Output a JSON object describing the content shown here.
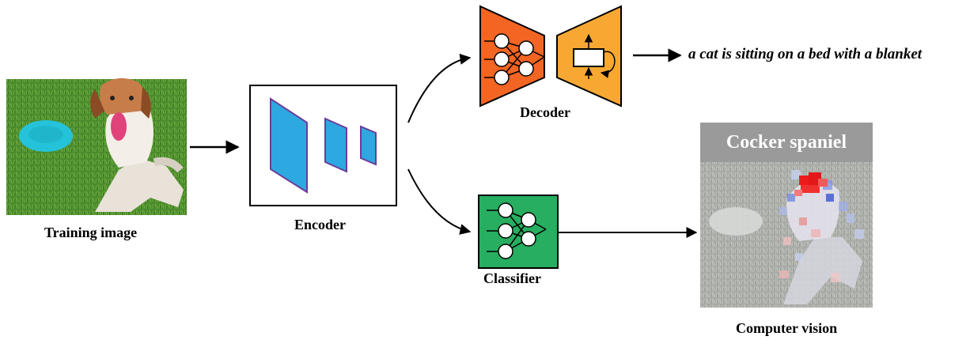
{
  "labels": {
    "training_image": "Training image",
    "encoder": "Encoder",
    "decoder": "Decoder",
    "classifier": "Classifier",
    "computer_vision": "Computer vision",
    "caption": "a cat is sitting on a bed with a blanket",
    "prediction": "Cocker spaniel"
  },
  "colors": {
    "encoder_layer": "#2ea8e0",
    "encoder_border": "#6a3d9a",
    "decoder_left": "#f26522",
    "decoder_right": "#f7a833",
    "classifier": "#27ae60",
    "banner": "#9a9a9a",
    "grass": "#4f8a2f",
    "frisbee": "#25c3d9"
  },
  "icons": [
    "arrow-icon",
    "neural-net-icon",
    "recurrent-cell-icon",
    "frisbee-icon",
    "dog-icon"
  ]
}
